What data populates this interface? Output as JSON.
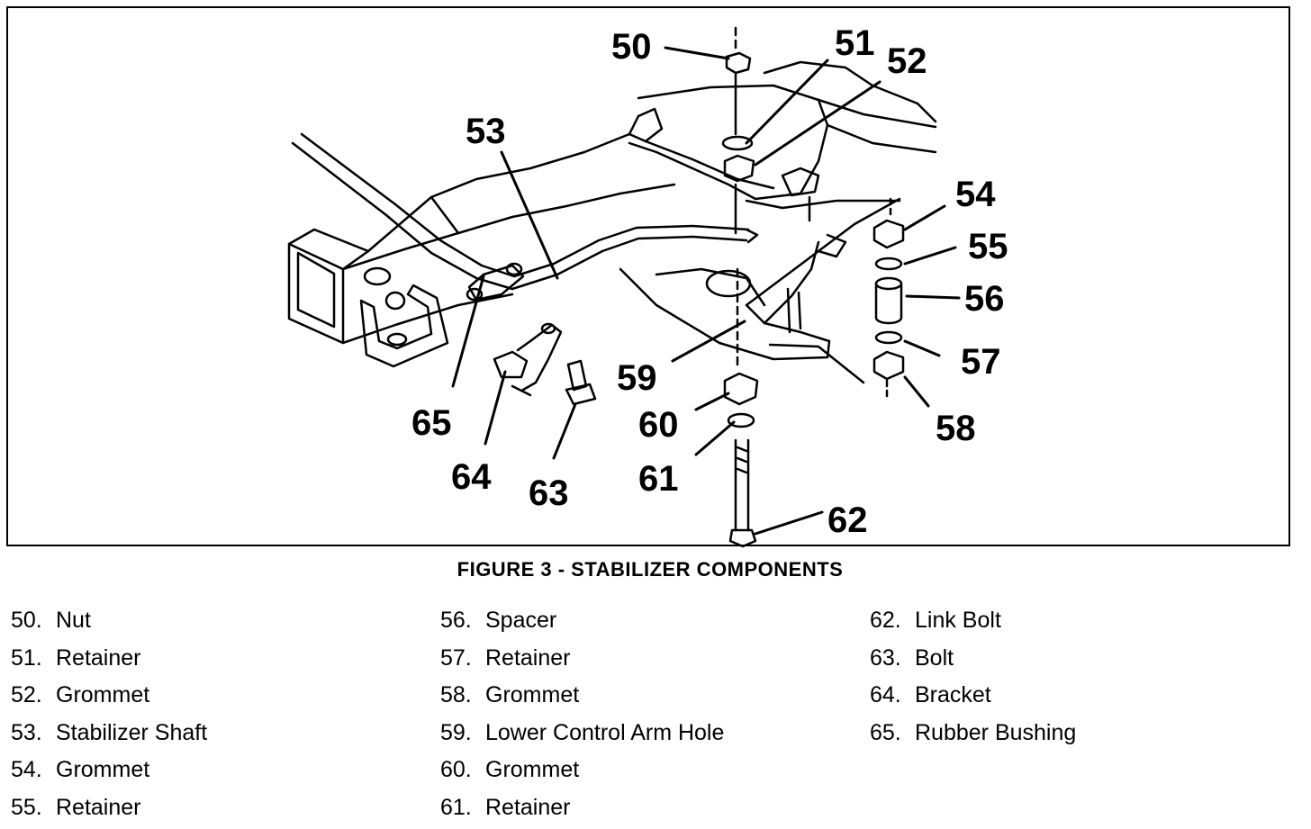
{
  "figure": {
    "caption": "FIGURE 3 - STABILIZER COMPONENTS",
    "callouts": [
      {
        "label": "50"
      },
      {
        "label": "51"
      },
      {
        "label": "52"
      },
      {
        "label": "53"
      },
      {
        "label": "54"
      },
      {
        "label": "55"
      },
      {
        "label": "56"
      },
      {
        "label": "57"
      },
      {
        "label": "58"
      },
      {
        "label": "59"
      },
      {
        "label": "60"
      },
      {
        "label": "61"
      },
      {
        "label": "62"
      },
      {
        "label": "63"
      },
      {
        "label": "64"
      },
      {
        "label": "65"
      }
    ]
  },
  "legend": {
    "columns": [
      [
        {
          "num": "50.",
          "text": "Nut"
        },
        {
          "num": "51.",
          "text": "Retainer"
        },
        {
          "num": "52.",
          "text": "Grommet"
        },
        {
          "num": "53.",
          "text": "Stabilizer Shaft"
        },
        {
          "num": "54.",
          "text": "Grommet"
        },
        {
          "num": "55.",
          "text": "Retainer"
        }
      ],
      [
        {
          "num": "56.",
          "text": "Spacer"
        },
        {
          "num": "57.",
          "text": "Retainer"
        },
        {
          "num": "58.",
          "text": "Grommet"
        },
        {
          "num": "59.",
          "text": "Lower Control Arm Hole"
        },
        {
          "num": "60.",
          "text": "Grommet"
        },
        {
          "num": "61.",
          "text": "Retainer"
        }
      ],
      [
        {
          "num": "62.",
          "text": "Link Bolt"
        },
        {
          "num": "63.",
          "text": "Bolt"
        },
        {
          "num": "64.",
          "text": "Bracket"
        },
        {
          "num": "65.",
          "text": "Rubber Bushing"
        }
      ]
    ]
  }
}
